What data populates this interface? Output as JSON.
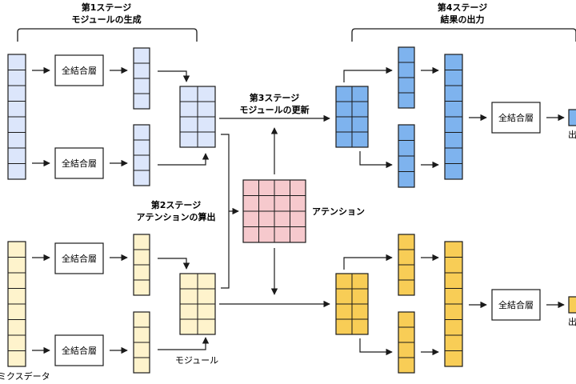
{
  "stages": {
    "stage1_line1": "第1ステージ",
    "stage1_line2": "モジュールの生成",
    "stage2_line1": "第2ステージ",
    "stage2_line2": "アテンションの算出",
    "stage3_line1": "第3ステージ",
    "stage3_line2": "モジュールの更新",
    "stage4_line1": "第4ステージ",
    "stage4_line2": "結果の出力"
  },
  "boxes": {
    "fc_label": "全結合層"
  },
  "labels": {
    "attention": "アテンション",
    "module": "モジュール",
    "input_data": "ミクスデータ",
    "output_top": "出",
    "output_bottom": "出"
  },
  "colors": {
    "blue_fill": "#dce6fb",
    "blue_dark": "#7eb3ee",
    "yellow_fill": "#fef3cc",
    "yellow_dark": "#f8cd56",
    "pink_fill": "#f6c9cd",
    "stroke": "#1a1a1a"
  }
}
